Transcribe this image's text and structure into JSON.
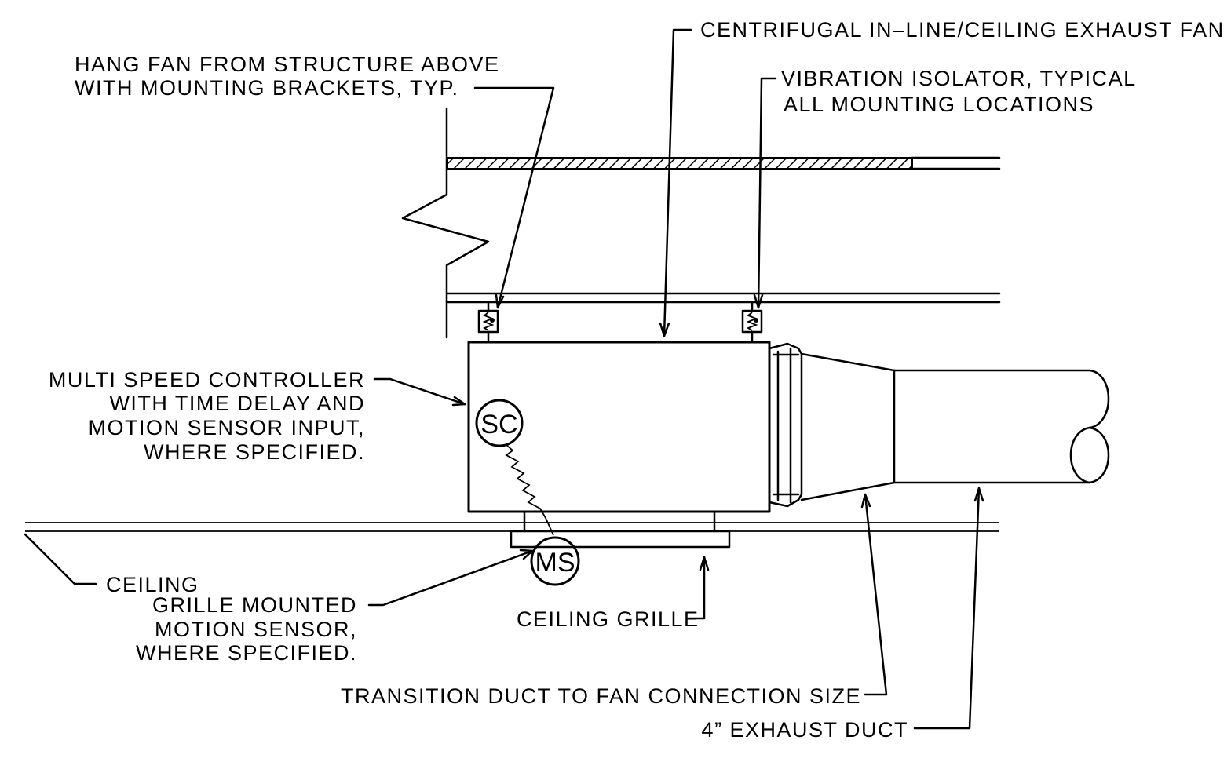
{
  "labels": {
    "fan": "CENTRIFUGAL IN–LINE/CEILING EXHAUST FAN",
    "hang_1": "HANG FAN FROM STRUCTURE ABOVE",
    "hang_2": "WITH MOUNTING BRACKETS, TYP.",
    "iso_1": "VIBRATION ISOLATOR, TYPICAL",
    "iso_2": "ALL MOUNTING LOCATIONS",
    "ctrl_1": "MULTI SPEED CONTROLLER",
    "ctrl_2": "WITH TIME DELAY AND",
    "ctrl_3": "MOTION SENSOR INPUT,",
    "ctrl_4": "WHERE SPECIFIED.",
    "ceiling": "CEILING",
    "grille_sensor_1": "GRILLE MOUNTED",
    "grille_sensor_2": "MOTION SENSOR,",
    "grille_sensor_3": "WHERE SPECIFIED.",
    "ceiling_grille": "CEILING GRILLE",
    "transition": "TRANSITION DUCT TO FAN CONNECTION SIZE",
    "exhaust": "4” EXHAUST DUCT"
  },
  "symbols": {
    "speed_controller": "SC",
    "motion_sensor": "MS"
  },
  "colors": {
    "line": "#000000",
    "background": "#ffffff"
  }
}
